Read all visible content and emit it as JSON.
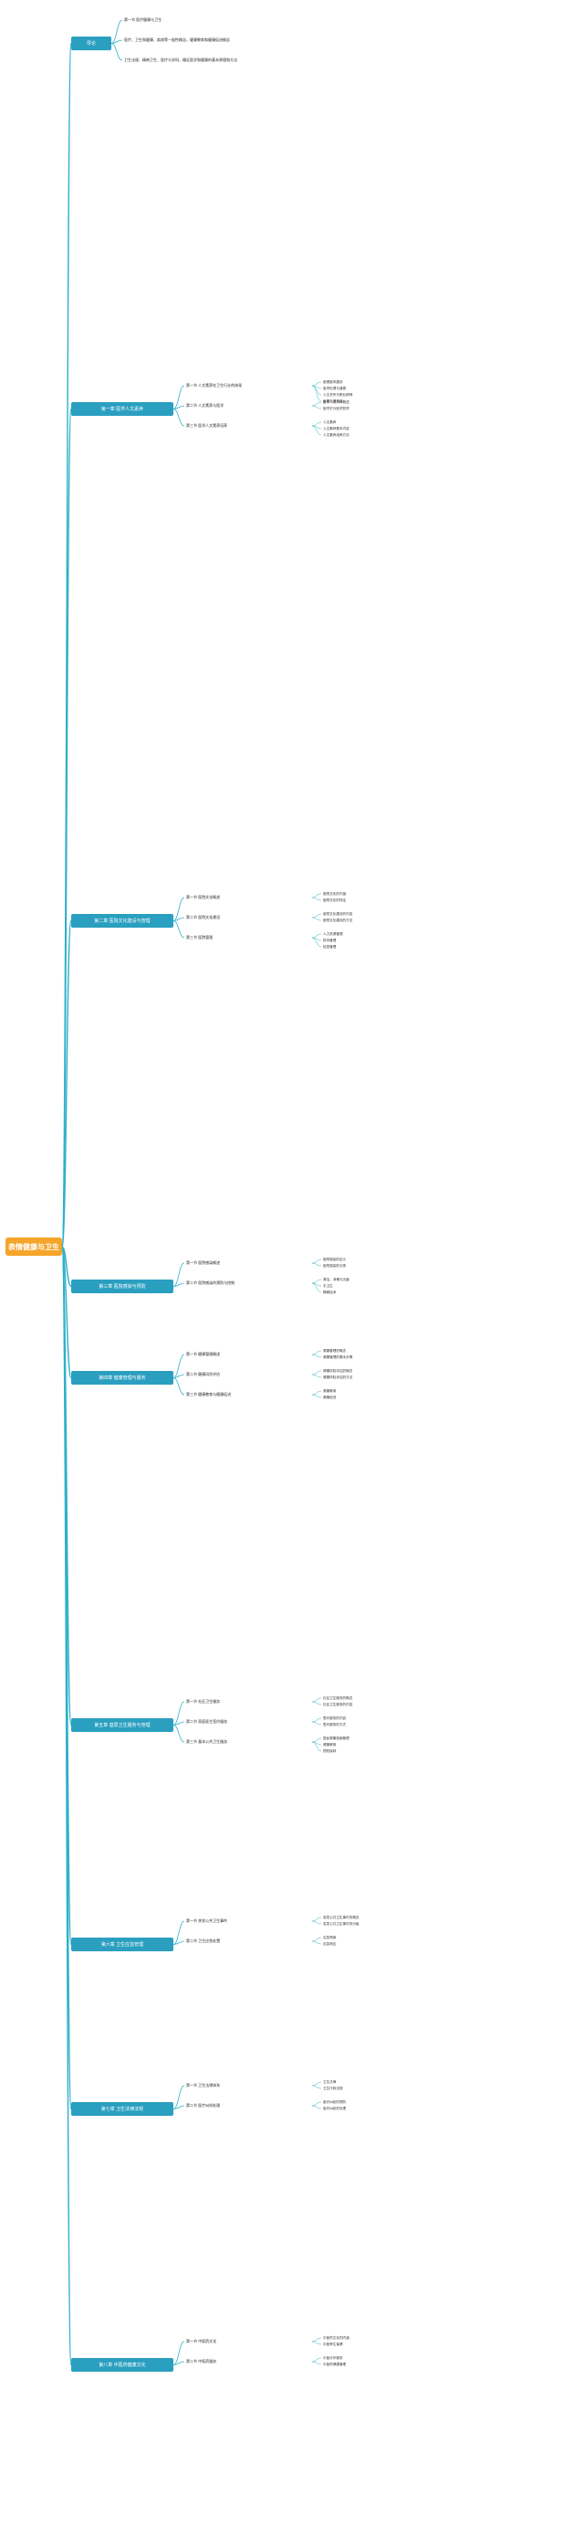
{
  "colors": {
    "root": "#f4a52a",
    "topic": "#2a9fc0",
    "branch_line": "#2fb0c9",
    "text": "#333333"
  },
  "root": {
    "label": "表情健康与卫生"
  },
  "chapters": [
    {
      "title": "导论",
      "sections": [
        {
          "title": "第一节 医疗健康与卫生",
          "items": []
        },
        {
          "title": "医疗、卫生和健康、疾病等一般性概念，健康教育和健康促进概念",
          "items": []
        },
        {
          "title": "卫生法规、精神卫生、医疗与学科，循证医学和健康的基本原理和方法",
          "items": []
        }
      ]
    },
    {
      "title": "第一章 医学人文素养",
      "sections": [
        {
          "title": "第一节 人文素养在卫生行业的体现",
          "items": [
            "医德医风建设",
            "医学伦理与道德",
            "人文关怀与职业精神",
            "医患沟通技能"
          ]
        },
        {
          "title": "第二节 人文素养与医学",
          "items": [
            "医学人文学科概述",
            "医学史与医学哲学"
          ]
        },
        {
          "title": "第三节 医学人文素养培养",
          "items": [
            "人文素养",
            "人文素养基本内容",
            "人文素养培养方法"
          ]
        }
      ]
    },
    {
      "title": "第二章 医院文化建设与管理",
      "sections": [
        {
          "title": "第一节 医院文化概述",
          "items": [
            "医院文化的内涵",
            "医院文化的特征"
          ]
        },
        {
          "title": "第二节 医院文化建设",
          "items": [
            "医院文化建设的内容",
            "医院文化建设的方法"
          ]
        },
        {
          "title": "第三节 医院管理",
          "items": [
            "人力资源管理",
            "财务管理",
            "信息管理"
          ]
        }
      ]
    },
    {
      "title": "第三章 医院感染与预防",
      "sections": [
        {
          "title": "第一节 医院感染概述",
          "items": [
            "医院感染的定义",
            "医院感染的分类"
          ]
        },
        {
          "title": "第二节 医院感染的预防与控制",
          "items": [
            "清洁、消毒与灭菌",
            "手卫生",
            "隔离技术"
          ]
        }
      ]
    },
    {
      "title": "第四章 健康管理与服务",
      "sections": [
        {
          "title": "第一节 健康管理概述",
          "items": [
            "健康管理的概念",
            "健康管理的基本步骤"
          ]
        },
        {
          "title": "第二节 健康风险评估",
          "items": [
            "健康风险评估的概念",
            "健康风险评估的方法"
          ]
        },
        {
          "title": "第三节 健康教育与健康促进",
          "items": [
            "健康教育",
            "健康促进"
          ]
        }
      ]
    },
    {
      "title": "第五章 基层卫生服务与管理",
      "sections": [
        {
          "title": "第一节 社区卫生服务",
          "items": [
            "社区卫生服务的概念",
            "社区卫生服务的内容"
          ]
        },
        {
          "title": "第二节 家庭医生签约服务",
          "items": [
            "签约服务的内容",
            "签约服务的方式"
          ]
        },
        {
          "title": "第三节 基本公共卫生服务",
          "items": [
            "居民健康档案管理",
            "健康教育",
            "预防接种"
          ]
        }
      ]
    },
    {
      "title": "第六章 卫生应急管理",
      "sections": [
        {
          "title": "第一节 突发公共卫生事件",
          "items": [
            "突发公共卫生事件的概念",
            "突发公共卫生事件的分级"
          ]
        },
        {
          "title": "第二节 卫生应急处置",
          "items": [
            "应急预案",
            "应急响应"
          ]
        }
      ]
    },
    {
      "title": "第七章 卫生法律法规",
      "sections": [
        {
          "title": "第一节 卫生法律体系",
          "items": [
            "卫生法律",
            "卫生行政法规"
          ]
        },
        {
          "title": "第二节 医疗纠纷处理",
          "items": [
            "医疗纠纷的预防",
            "医疗纠纷的处理"
          ]
        }
      ]
    },
    {
      "title": "第八章 中医药健康文化",
      "sections": [
        {
          "title": "第一节 中医药文化",
          "items": [
            "中医药文化的内涵",
            "中医养生保健"
          ]
        },
        {
          "title": "第二节 中医药服务",
          "items": [
            "中医诊疗服务",
            "中医药健康管理"
          ]
        }
      ]
    }
  ]
}
